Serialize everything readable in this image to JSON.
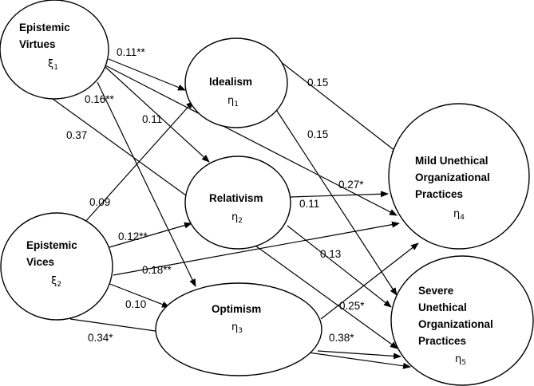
{
  "nodes": {
    "virtues": {
      "lines": [
        "Epistemic",
        "Virtues"
      ],
      "symbol": "ξ",
      "sub": "1"
    },
    "vices": {
      "lines": [
        "Epistemic",
        "Vices"
      ],
      "symbol": "ξ",
      "sub": "2"
    },
    "idealism": {
      "lines": [
        "Idealism"
      ],
      "symbol": "η",
      "sub": "1"
    },
    "relativism": {
      "lines": [
        "Relativism"
      ],
      "symbol": "η",
      "sub": "2"
    },
    "optimism": {
      "lines": [
        "Optimism"
      ],
      "symbol": "η",
      "sub": "3"
    },
    "mild": {
      "lines": [
        "Mild Unethical",
        "Organizational",
        "Practices"
      ],
      "symbol": "η",
      "sub": "4"
    },
    "severe": {
      "lines": [
        "Severe",
        "Unethical",
        "Organizational",
        "Practices"
      ],
      "symbol": "η",
      "sub": "5"
    }
  },
  "edges": {
    "virtues_idealism": "0.11**",
    "virtues_relativism": "0.11",
    "virtues_optimism": "0.16**",
    "virtues_mild": "0.27*",
    "virtues_severe": "0.37",
    "vices_idealism": "0.09",
    "vices_relativism": "0.12**",
    "vices_mild": "0.18**",
    "vices_optimism": "0.10",
    "vices_severe": "0.34*",
    "idealism_mild": "0.15",
    "idealism_severe": "0.15",
    "relativism_mild": "0.11",
    "relativism_severe": "0.13",
    "optimism_mild": "0.25*",
    "optimism_severe": "0.38*"
  }
}
